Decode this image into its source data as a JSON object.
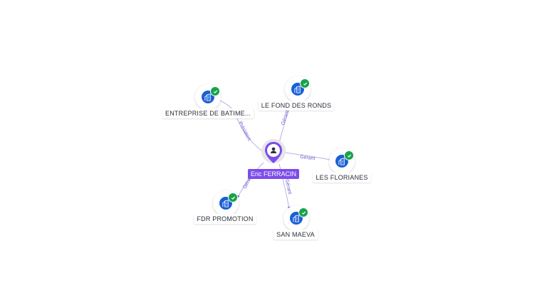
{
  "center": {
    "name": "Eric FERRACIN",
    "icon": "person-icon"
  },
  "nodes": [
    {
      "id": "n1",
      "label": "ENTREPRISE DE BATIME...",
      "icon": "building-icon",
      "verified": true,
      "edge": "Président"
    },
    {
      "id": "n2",
      "label": "LE FOND DES RONDS",
      "icon": "building-icon",
      "verified": true,
      "edge": "Gérant"
    },
    {
      "id": "n3",
      "label": "LES FLORIANES",
      "icon": "building-icon",
      "verified": true,
      "edge": "Gérant"
    },
    {
      "id": "n4",
      "label": "SAN MAEVA",
      "icon": "building-icon",
      "verified": true,
      "edge": "Gérant"
    },
    {
      "id": "n5",
      "label": "FDR PROMOTION",
      "icon": "building-icon",
      "verified": true,
      "edge": "Gérant"
    }
  ],
  "colors": {
    "company_icon": "#1b5fd6",
    "verified": "#17a34a",
    "center": "#7c4dea",
    "edge": "#8a80c9",
    "edge_label": "#6a5ad6"
  }
}
